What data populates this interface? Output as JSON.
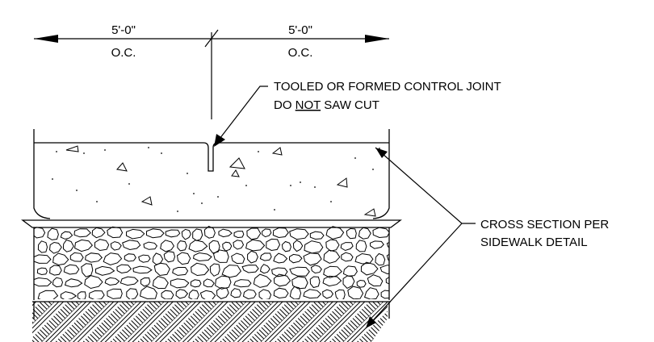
{
  "dimensions": {
    "left_value": "5'-0\"",
    "left_sub": "O.C.",
    "right_value": "5'-0\"",
    "right_sub": "O.C."
  },
  "joint_note": {
    "line1": "TOOLED OR FORMED CONTROL JOINT",
    "line2_prefix": "DO ",
    "line2_underlined": "NOT",
    "line2_suffix": " SAW CUT"
  },
  "section_note": {
    "line1": "CROSS SECTION PER",
    "line2": "SIDEWALK DETAIL"
  },
  "colors": {
    "line": "#000000",
    "background": "#ffffff"
  }
}
